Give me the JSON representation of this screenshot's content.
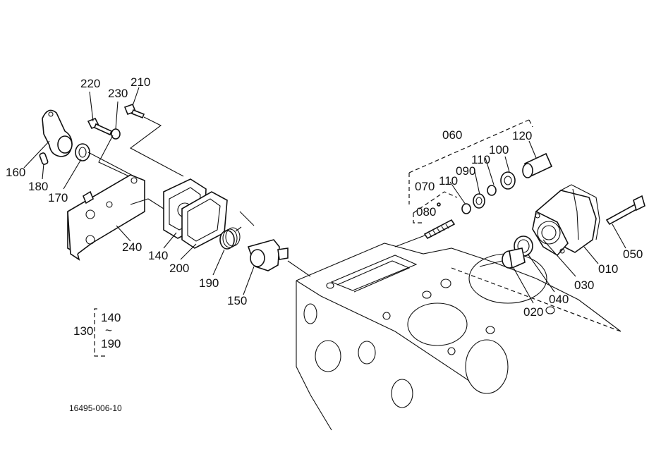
{
  "parts": {
    "p220": "220",
    "p230": "230",
    "p210": "210",
    "p160": "160",
    "p180": "180",
    "p170": "170",
    "p240": "240",
    "p140": "140",
    "p200": "200",
    "p190": "190",
    "p150": "150",
    "p060": "060",
    "p120": "120",
    "p100": "100",
    "p110a": "110",
    "p090": "090",
    "p110b": "110",
    "p070": "070",
    "p080": "080",
    "p050": "050",
    "p010": "010",
    "p030": "030",
    "p040": "040",
    "p020": "020"
  },
  "assembly": {
    "number": "130",
    "from": "140",
    "tilde": "~",
    "to": "190"
  },
  "drawing_number": "16495-006-10"
}
